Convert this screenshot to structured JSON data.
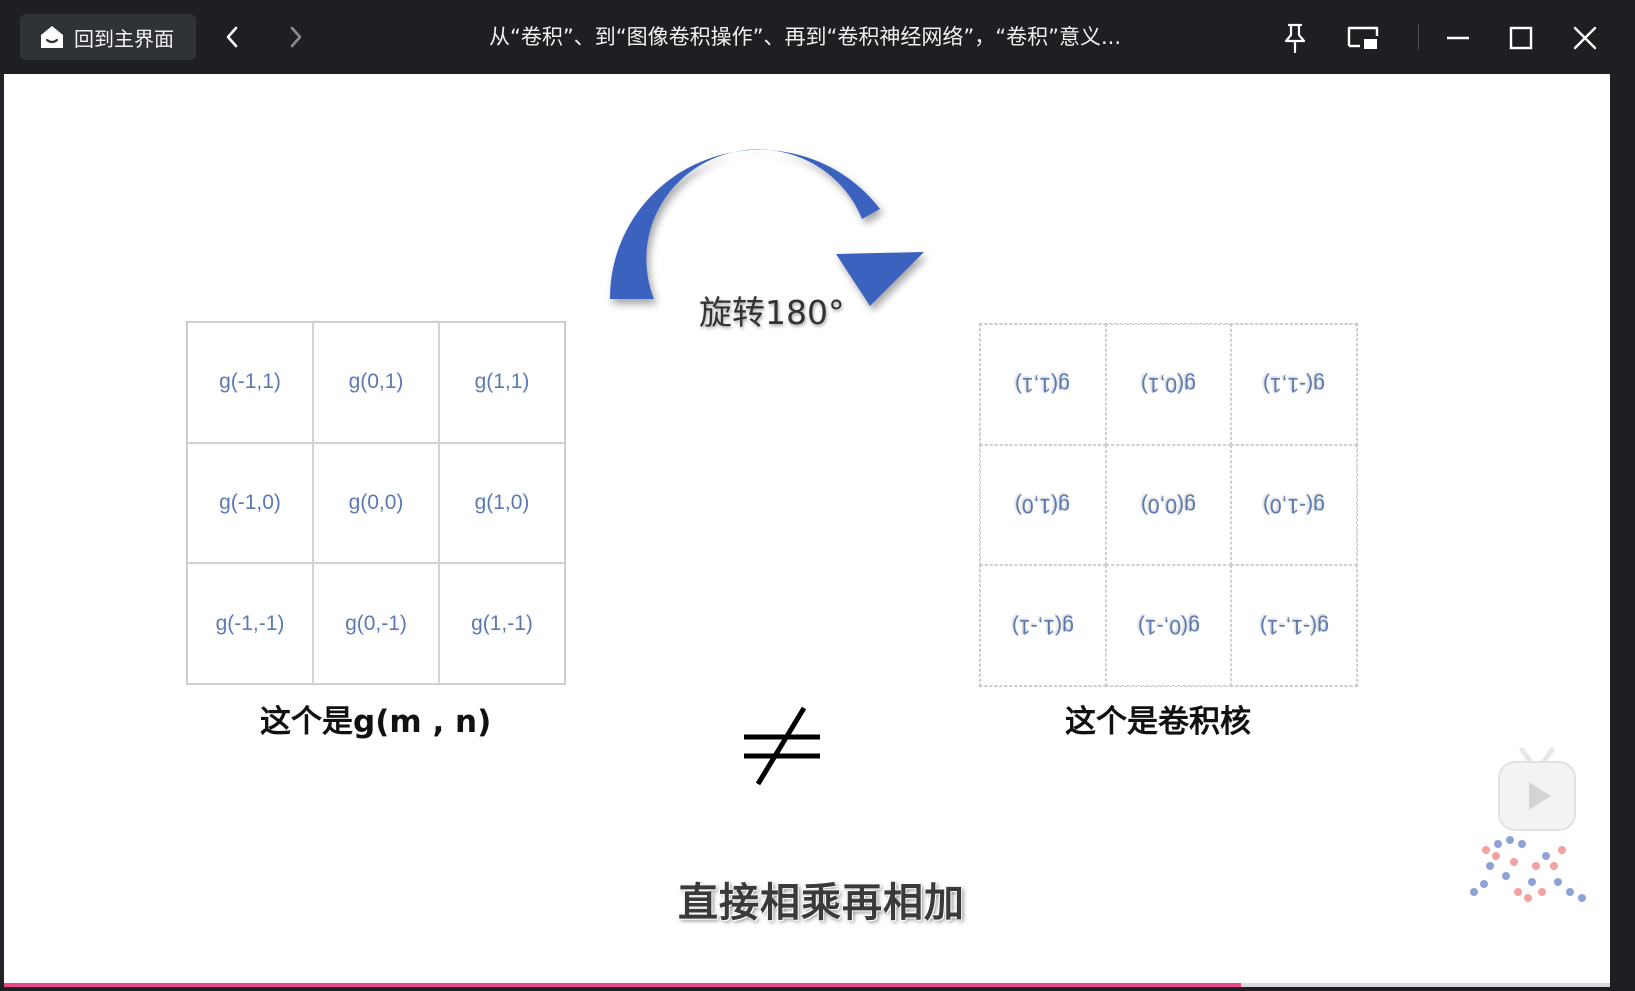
{
  "titlebar": {
    "home_label": "回到主界面",
    "title": "从“卷积”、到“图像卷积操作”、再到“卷积神经网络”，“卷积”意义..."
  },
  "slide": {
    "rotate_label": "旋转180°",
    "left_grid": [
      [
        "g(-1,1)",
        "g(0,1)",
        "g(1,1)"
      ],
      [
        "g(-1,0)",
        "g(0,0)",
        "g(1,0)"
      ],
      [
        "g(-1,-1)",
        "g(0,-1)",
        "g(1,-1)"
      ]
    ],
    "right_grid": [
      [
        "g(1,1)",
        "g(0,1)",
        "g(-1,1)"
      ],
      [
        "g(1,0)",
        "g(0,0)",
        "g(-1,0)"
      ],
      [
        "g(1,-1)",
        "g(0,-1)",
        "g(-1,-1)"
      ]
    ],
    "left_caption": "这个是g(m , n)",
    "right_caption": "这个是卷积核",
    "subtitle": "直接相乘再相加"
  },
  "playback": {
    "progress_fraction": 0.77
  },
  "colors": {
    "arrow": "#3a62be",
    "progress": "#e8458b",
    "grid_text": "#5b7ab5"
  }
}
